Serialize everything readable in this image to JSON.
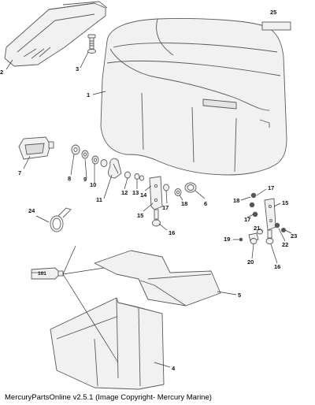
{
  "diagram": {
    "callouts": {
      "c1": "1",
      "c2": "2",
      "c3": "3",
      "c4": "4",
      "c5": "5",
      "c6": "6",
      "c7": "7",
      "c8": "8",
      "c9": "9",
      "c10": "10",
      "c11": "11",
      "c12": "12",
      "c13": "13",
      "c14": "14",
      "c15a": "15",
      "c15b": "15",
      "c16a": "16",
      "c16b": "16",
      "c17a": "17",
      "c17b": "17",
      "c17c": "17",
      "c18a": "18",
      "c18b": "18",
      "c19": "19",
      "c20": "20",
      "c21": "21",
      "c22": "22",
      "c23": "23",
      "c24": "24",
      "c25": "25",
      "c101": "101"
    }
  },
  "footer": {
    "text": "MercuryPartsOnline v2.5.1 (Image Copyright- Mercury Marine)"
  },
  "colors": {
    "line": "#5a5a5a",
    "part_fill": "#f1f1f1",
    "leader": "#333333"
  }
}
